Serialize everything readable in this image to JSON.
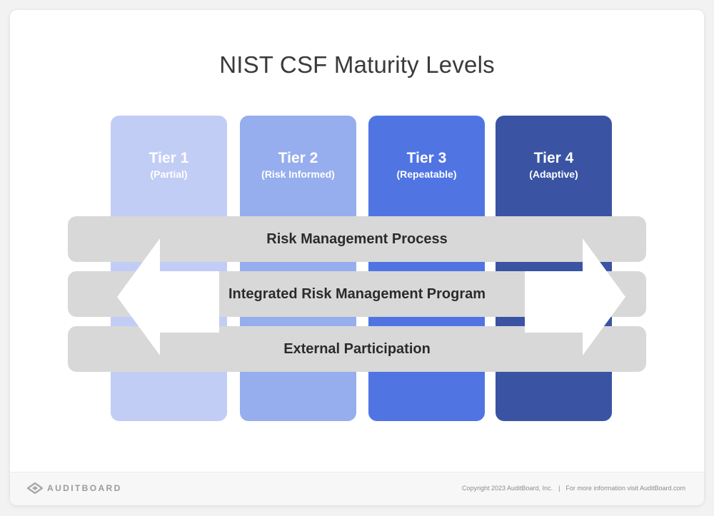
{
  "title": "NIST CSF Maturity Levels",
  "tiers": [
    {
      "name": "Tier 1",
      "sub": "(Partial)",
      "color": "#c1cdf5"
    },
    {
      "name": "Tier 2",
      "sub": "(Risk Informed)",
      "color": "#96aeee"
    },
    {
      "name": "Tier 3",
      "sub": "(Repeatable)",
      "color": "#5075e3"
    },
    {
      "name": "Tier 4",
      "sub": "(Adaptive)",
      "color": "#3a54a3"
    }
  ],
  "bands": [
    "Risk Management Process",
    "Integrated Risk Management Program",
    "External Participation"
  ],
  "footer": {
    "logo_text": "AUDITBOARD",
    "copyright": "Copyright 2023 AuditBoard, Inc.",
    "separator": "|",
    "info": "For more information visit AuditBoard.com"
  },
  "colors": {
    "band": "#d8d8d8",
    "arrow": "#ffffff"
  }
}
